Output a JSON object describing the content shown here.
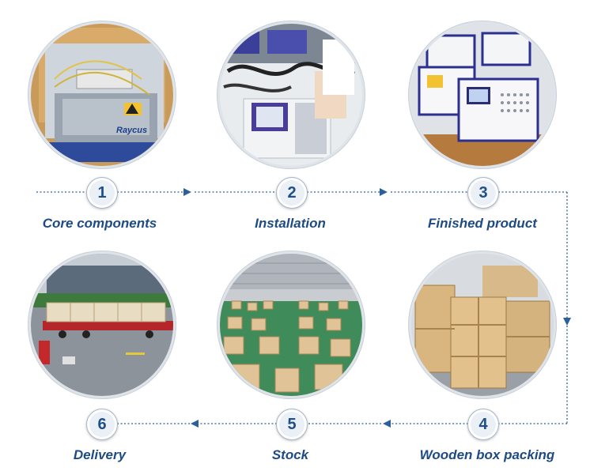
{
  "steps": [
    {
      "number": "1",
      "label": "Core components",
      "photo_icon": "laser-source-in-box"
    },
    {
      "number": "2",
      "label": "Installation",
      "photo_icon": "assembling-machine"
    },
    {
      "number": "3",
      "label": "Finished product",
      "photo_icon": "finished-welding-machines"
    },
    {
      "number": "4",
      "label": "Wooden box packing",
      "photo_icon": "wooden-crates"
    },
    {
      "number": "5",
      "label": "Stock",
      "photo_icon": "warehouse-crates"
    },
    {
      "number": "6",
      "label": "Delivery",
      "photo_icon": "truck-loading"
    }
  ],
  "photo_texts": {
    "brand_plate": "Raycus"
  },
  "colors": {
    "label": "#1e4b84",
    "badge_text": "#1d4f8a",
    "flow_line": "#2d5f9a"
  }
}
